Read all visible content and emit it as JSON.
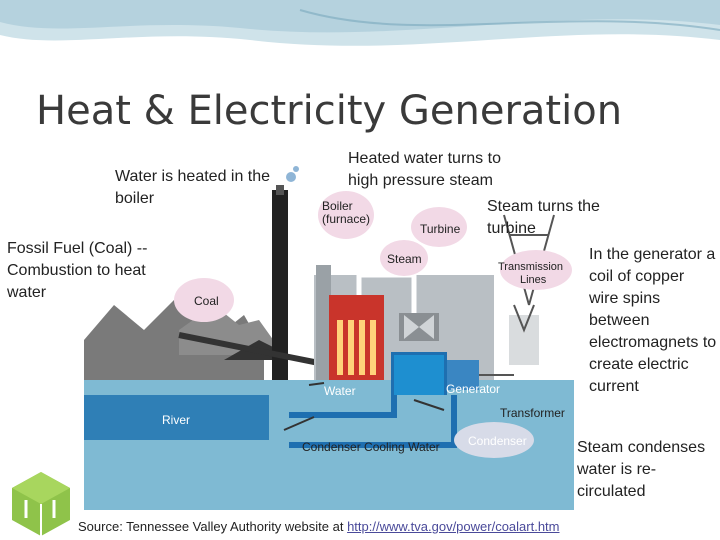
{
  "slide": {
    "title": "Heat & Electricity Generation",
    "captions": {
      "boiler": "Water is heated in the boiler",
      "fuel": "Fossil Fuel (Coal) -- Combustion to heat water",
      "steam": "Heated water turns to high pressure steam",
      "turbine": "Steam turns the turbine",
      "generator": "In the generator a coil of copper wire spins between electromagnets to create electric current",
      "condenser": "Steam condenses water is re-circulated"
    },
    "source": {
      "prefix": "Source: Tennessee Valley Authority website at ",
      "link": "http://www.tva.gov/power/coalart.htm"
    }
  },
  "diagram": {
    "labels": {
      "boiler_line1": "Boiler",
      "boiler_line2": "(furnace)",
      "turbine": "Turbine",
      "steam": "Steam",
      "transmission_line1": "Transmission",
      "transmission_line2": "Lines",
      "coal": "Coal",
      "water": "Water",
      "generator": "Generator",
      "transformer": "Transformer",
      "river": "River",
      "condenser_cooling_water": "Condenser Cooling Water",
      "condenser": "Condenser"
    }
  },
  "colors": {
    "title": "#3a3a3a",
    "river": "#2f7fb6",
    "water": "#1e8fd0",
    "building": "#b9bfc4",
    "label_bubble": "#f2d9e6"
  }
}
